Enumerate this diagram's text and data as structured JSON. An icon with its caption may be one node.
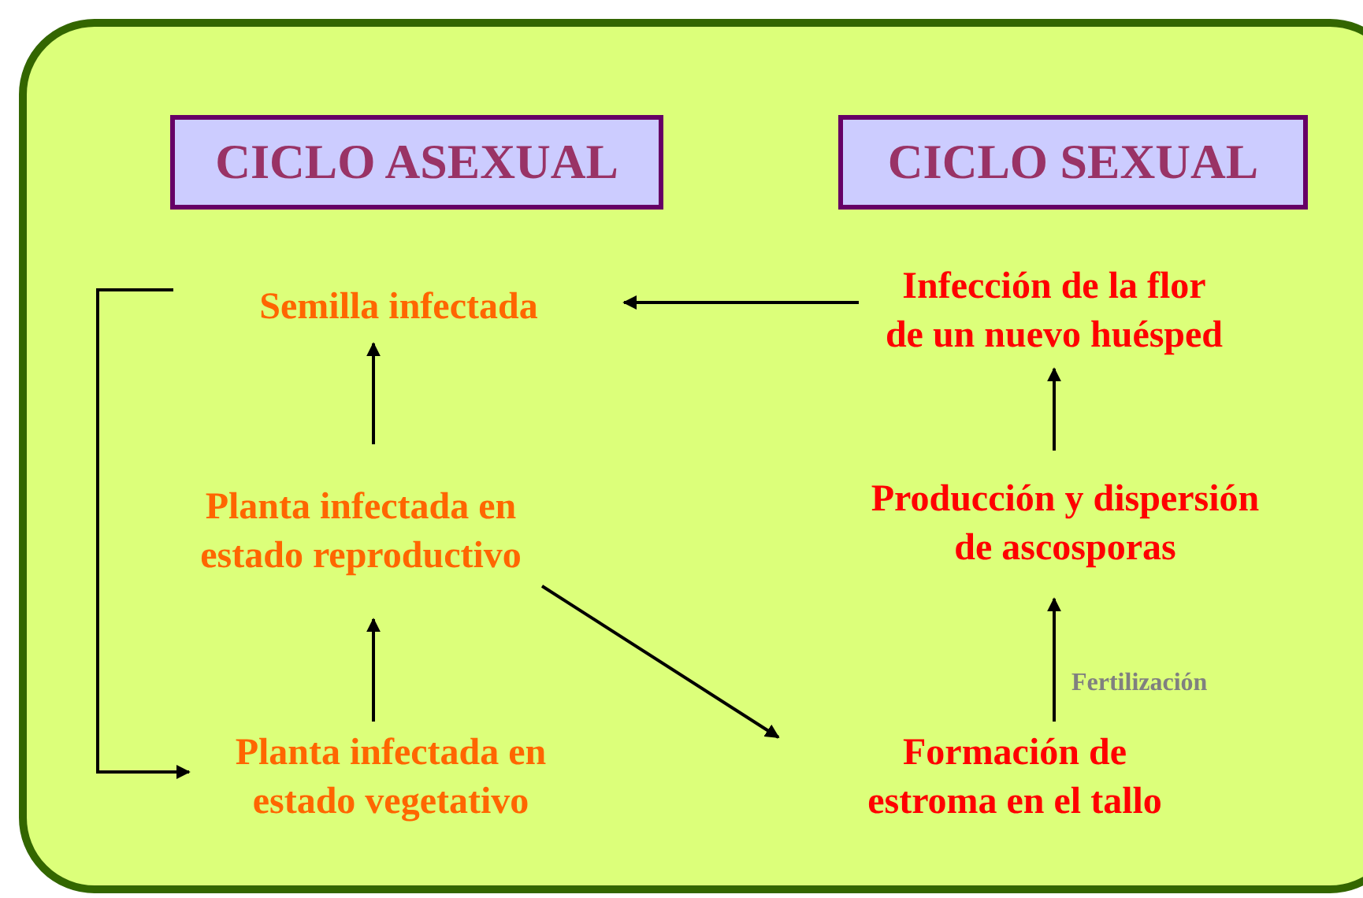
{
  "diagram": {
    "nodes": [
      {
        "text": [],
        "shape": "box"
      },
      {
        "text": [
          "CICLO ASEXUAL"
        ],
        "in": 0
      },
      {
        "text": [
          "CICLO SEXUAL"
        ],
        "in": 0
      },
      {
        "text": [
          "Semilla infectada"
        ],
        "in": 0
      },
      {
        "text": [
          "Infección de la flor de un nuevo huésped"
        ],
        "in": 0
      },
      {
        "text": [
          "Planta infectada en estado reproductivo"
        ],
        "in": 0
      },
      {
        "text": [
          "Producción y dispersión de ascosporas"
        ],
        "in": 0
      },
      {
        "text": [
          "Planta infectada en estado vegetativo"
        ],
        "in": 0
      },
      {
        "text": [
          "Formación de estroma en el tallo"
        ],
        "in": 0
      }
    ],
    "edges": [
      {
        "from": 4,
        "to": 3,
        "arrow": "to"
      },
      {
        "from": 5,
        "to": 3,
        "arrow": "to"
      },
      {
        "from": 7,
        "to": 5,
        "arrow": "to"
      },
      {
        "from": 3,
        "to": 7,
        "arrow": "to"
      },
      {
        "from": 5,
        "to": 8,
        "arrow": "to"
      },
      {
        "from": 8,
        "to": 6,
        "arrow": "to",
        "label": "Fertilización"
      },
      {
        "from": 6,
        "to": 4,
        "arrow": "to"
      }
    ]
  }
}
